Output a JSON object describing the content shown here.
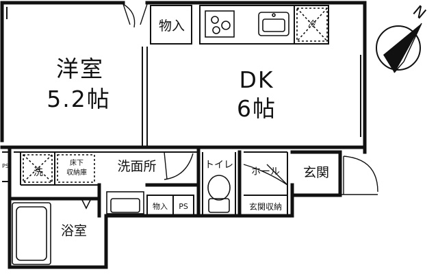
{
  "rooms": {
    "western_room": {
      "name": "洋室",
      "size": "5.2帖"
    },
    "dk": {
      "name": "DK",
      "size": "6帖"
    },
    "storage_top": "物入",
    "washroom": "洗面所",
    "washer": "洗",
    "underfloor_storage": [
      "床下",
      "収納庫"
    ],
    "toilet": "トイレ",
    "hall": "ホール",
    "entrance": "玄関",
    "entrance_storage": "玄関収納",
    "bathroom": "浴室",
    "storage_small": "物入",
    "ps_left": "PS",
    "ps_right": "PS",
    "fridge": "冷"
  },
  "compass": {
    "label": "N"
  },
  "colors": {
    "wall": "#111111",
    "line": "#444444",
    "background": "#ffffff"
  }
}
